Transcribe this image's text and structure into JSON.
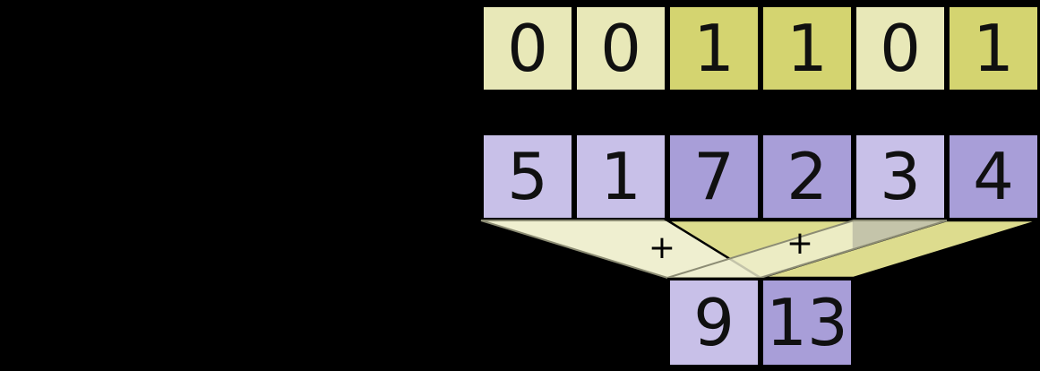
{
  "diagram": {
    "mask_row": {
      "cells": [
        {
          "value": "0",
          "tone": "light"
        },
        {
          "value": "0",
          "tone": "light"
        },
        {
          "value": "1",
          "tone": "dark"
        },
        {
          "value": "1",
          "tone": "dark"
        },
        {
          "value": "0",
          "tone": "light"
        },
        {
          "value": "1",
          "tone": "dark"
        }
      ]
    },
    "value_row": {
      "cells": [
        {
          "value": "5",
          "tone": "light"
        },
        {
          "value": "1",
          "tone": "light"
        },
        {
          "value": "7",
          "tone": "dark"
        },
        {
          "value": "2",
          "tone": "dark"
        },
        {
          "value": "3",
          "tone": "light"
        },
        {
          "value": "4",
          "tone": "dark"
        }
      ]
    },
    "plus_left": "+",
    "plus_right": "+",
    "result_row": {
      "cells": [
        {
          "value": "9",
          "tone": "light"
        },
        {
          "value": "13",
          "tone": "dark"
        }
      ]
    },
    "colors": {
      "background": "#000000",
      "mask_light": "#e8e8b8",
      "mask_dark": "#d4d470",
      "value_light": "#c8c0e8",
      "value_dark": "#a89ed8",
      "funnel_light": "#efefd0",
      "funnel_dark": "#dddc8e",
      "text": "#101010"
    }
  }
}
